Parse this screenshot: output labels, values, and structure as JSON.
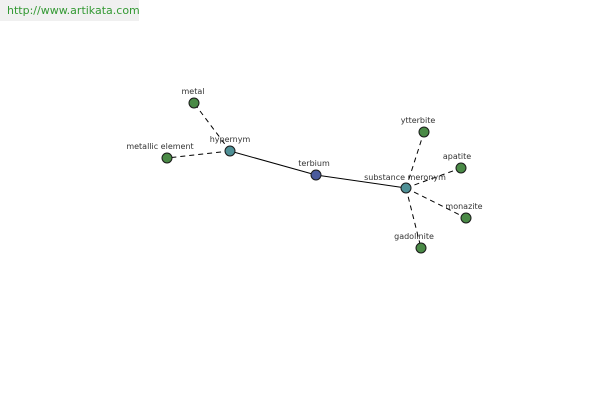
{
  "banner": {
    "url": "http://www.artikata.com",
    "url_color": "#339933"
  },
  "colors": {
    "edge": "#000000",
    "node_stroke": "#1a1a1a",
    "center_node": "#4a5a9c",
    "relation_node": "#4f9096",
    "leaf_node": "#4a8a46",
    "label": "#333333"
  },
  "graph": {
    "nodes": [
      {
        "id": "terbium",
        "label": "terbium",
        "kind": "center",
        "icon": "circle-node-icon"
      },
      {
        "id": "hypernym",
        "label": "hypernym",
        "kind": "relation",
        "icon": "circle-node-icon"
      },
      {
        "id": "substance-meronym",
        "label": "substance meronym",
        "kind": "relation",
        "icon": "circle-node-icon"
      },
      {
        "id": "metal",
        "label": "metal",
        "kind": "leaf",
        "icon": "circle-node-icon"
      },
      {
        "id": "metallic-element",
        "label": "metallic element",
        "kind": "leaf",
        "icon": "circle-node-icon"
      },
      {
        "id": "ytterbite",
        "label": "ytterbite",
        "kind": "leaf",
        "icon": "circle-node-icon"
      },
      {
        "id": "apatite",
        "label": "apatite",
        "kind": "leaf",
        "icon": "circle-node-icon"
      },
      {
        "id": "monazite",
        "label": "monazite",
        "kind": "leaf",
        "icon": "circle-node-icon"
      },
      {
        "id": "gadolinite",
        "label": "gadolinite",
        "kind": "leaf",
        "icon": "circle-node-icon"
      }
    ],
    "edges": [
      {
        "from": "terbium",
        "to": "hypernym",
        "style": "solid"
      },
      {
        "from": "terbium",
        "to": "substance-meronym",
        "style": "solid"
      },
      {
        "from": "hypernym",
        "to": "metal",
        "style": "dashed"
      },
      {
        "from": "hypernym",
        "to": "metallic-element",
        "style": "dashed"
      },
      {
        "from": "substance-meronym",
        "to": "ytterbite",
        "style": "dashed"
      },
      {
        "from": "substance-meronym",
        "to": "apatite",
        "style": "dashed"
      },
      {
        "from": "substance-meronym",
        "to": "monazite",
        "style": "dashed"
      },
      {
        "from": "substance-meronym",
        "to": "gadolinite",
        "style": "dashed"
      }
    ]
  }
}
